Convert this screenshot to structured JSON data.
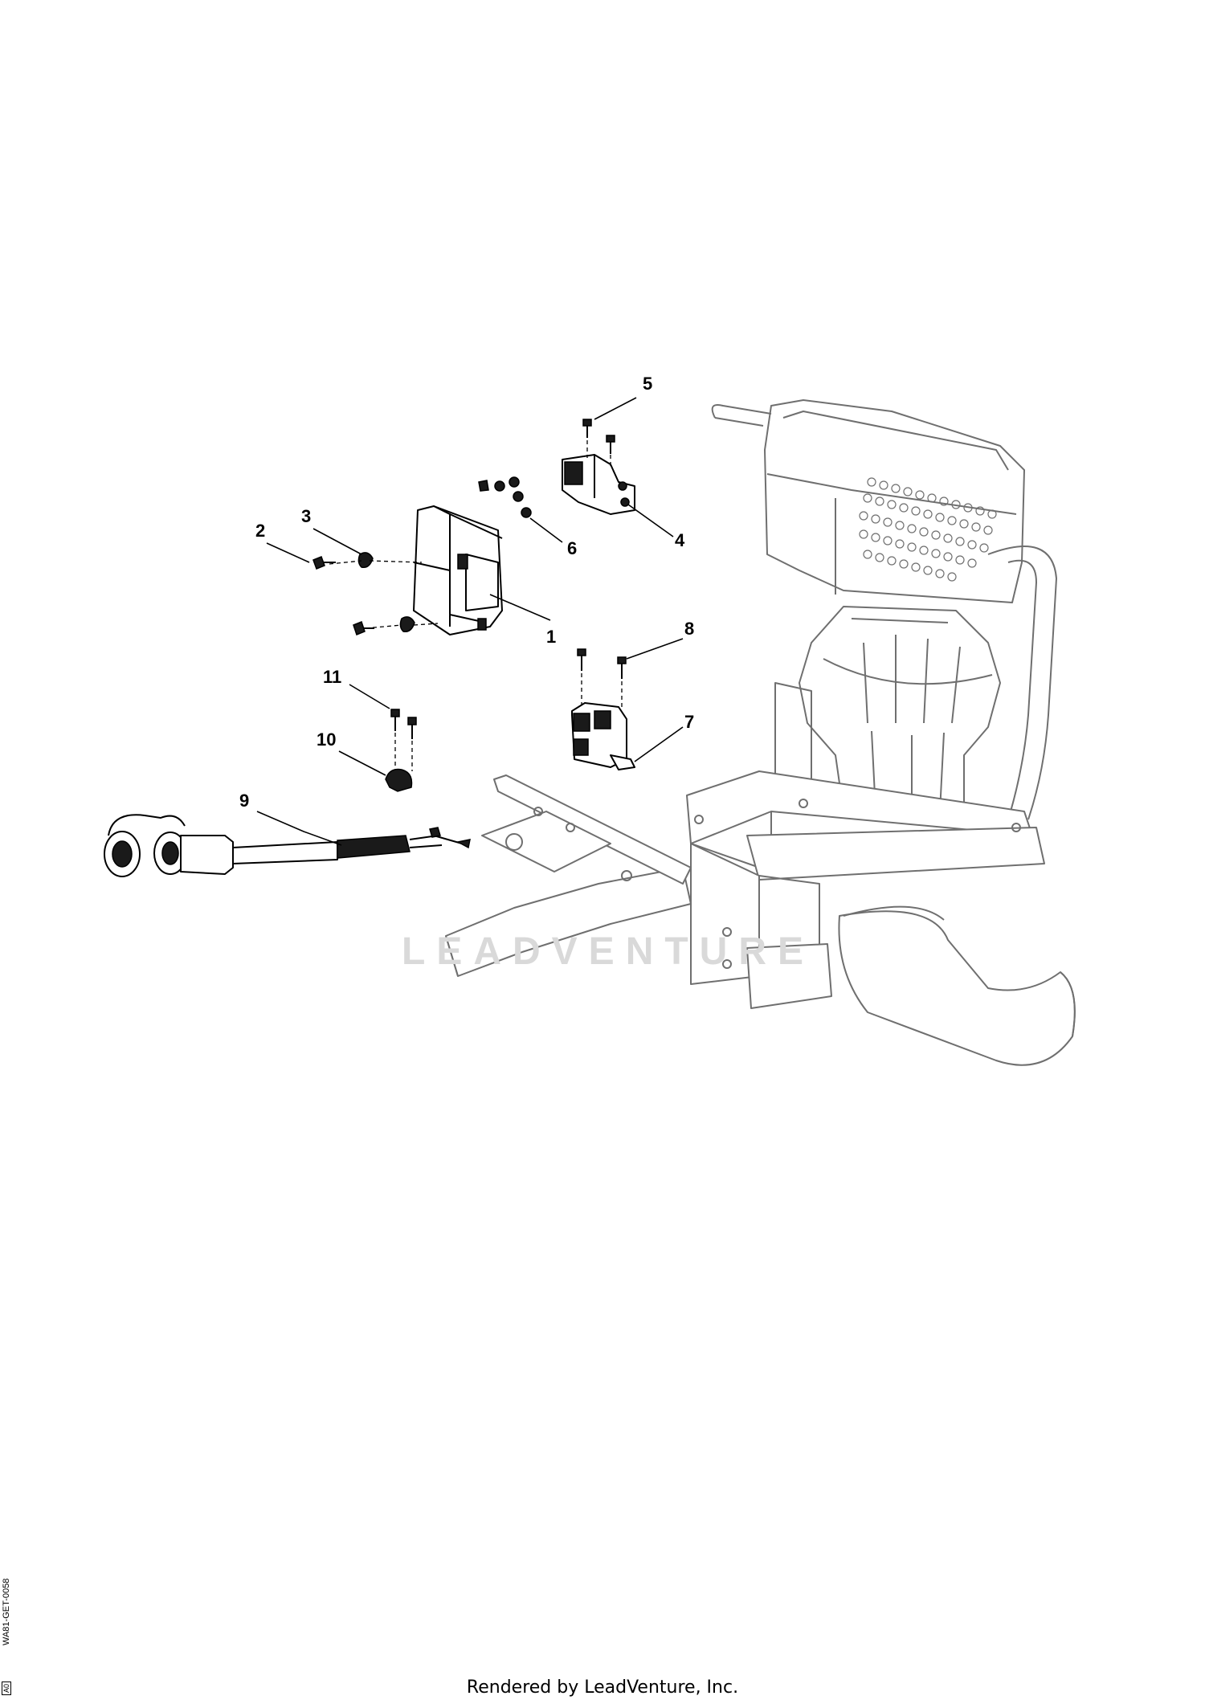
{
  "diagram": {
    "callouts": [
      "1",
      "2",
      "3",
      "4",
      "5",
      "6",
      "7",
      "8",
      "9",
      "10",
      "11"
    ],
    "watermark": "LEADVENTURE"
  },
  "footer": {
    "rendered_by": "Rendered by LeadVenture, Inc."
  },
  "doc": {
    "id": "WA81-GET-0058",
    "rev": "A0"
  }
}
